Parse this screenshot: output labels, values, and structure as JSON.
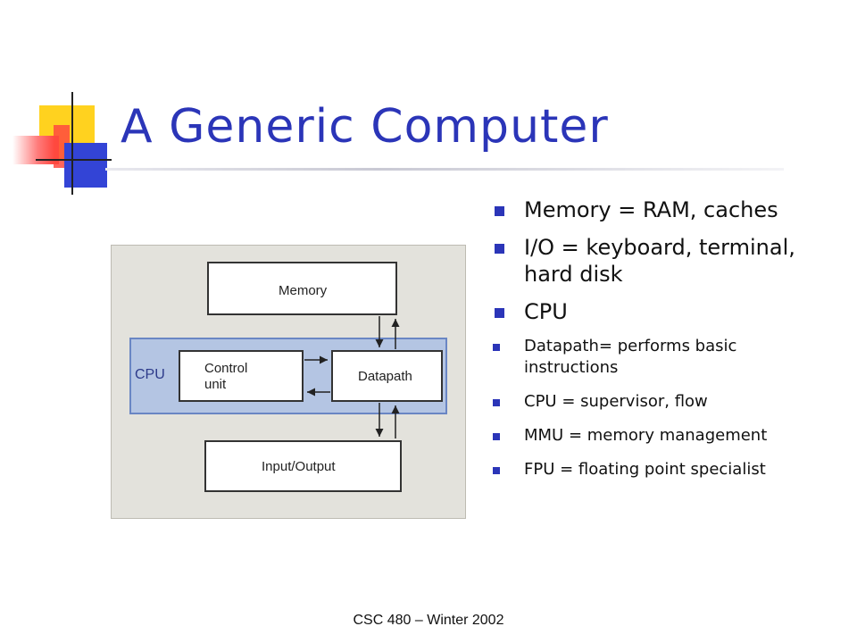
{
  "slide": {
    "title": "A Generic Computer",
    "bullets": [
      {
        "text": "Memory = RAM, caches"
      },
      {
        "text": "I/O = keyboard, terminal, hard disk"
      },
      {
        "text": "CPU"
      }
    ],
    "sub_bullets": [
      {
        "text": "Datapath= performs basic instructions"
      },
      {
        "text": "CPU = supervisor, flow"
      },
      {
        "text": "MMU = memory management"
      },
      {
        "text": "FPU = floating point specialist"
      }
    ],
    "footer": "CSC 480 – Winter 2002",
    "accent_color": "#2b35b8"
  },
  "diagram": {
    "memory_label": "Memory",
    "cpu_label": "CPU",
    "control_label_line1": "Control",
    "control_label_line2": "unit",
    "datapath_label": "Datapath",
    "io_label": "Input/Output"
  }
}
